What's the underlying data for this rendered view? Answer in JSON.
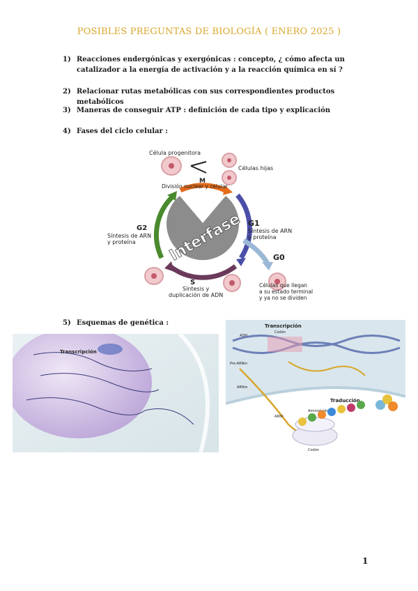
{
  "document": {
    "title": "POSIBLES PREGUNTAS DE BIOLOGÍA ( ENERO 2025 )",
    "page_number": "1"
  },
  "questions": [
    {
      "num": "1)",
      "text": "Reacciones endergónicas y exergónicas : concepto, ¿ cómo afecta un catalizador a la energía de activación y a la reacción química en sí ?"
    },
    {
      "num": "2)",
      "text": "Relacionar rutas metabólicas con sus correspondientes productos metabólicos"
    },
    {
      "num": "3)",
      "text": "Maneras de conseguir ATP : definición de cada tipo y explicación"
    },
    {
      "num": "4)",
      "text": "Fases del ciclo celular :"
    },
    {
      "num": "5)",
      "text": "Esquemas de genética :"
    }
  ],
  "cell_cycle": {
    "center": "Interfase",
    "progenitor": "Célula progenitora",
    "daughters": "Células hijas",
    "m_label": "M",
    "m_desc": "División nuclear y celular",
    "g1_label": "G1",
    "g1_desc_1": "Síntesis de ARN",
    "g1_desc_2": "y proteína",
    "g0_label": "G0",
    "g0_desc_1": "Células que llegan",
    "g0_desc_2": "a su estado terminal",
    "g0_desc_3": "y ya no se dividen",
    "s_label": "S",
    "s_desc_1": "Síntesis y",
    "s_desc_2": "duplicación de ADN",
    "g2_label": "G2",
    "g2_desc_1": "Síntesis de ARN",
    "g2_desc_2": "y proteína",
    "colors": {
      "m": "#e26b1c",
      "g1": "#4b4fa8",
      "s": "#6b3a5a",
      "g2": "#4a8a2e",
      "g0": "#9bb8d6"
    }
  },
  "genetics_left": {
    "transcription": "Transcripción"
  },
  "genetics_right": {
    "transcription": "Transcripción",
    "codon_top": "Codón",
    "adn": "ADN",
    "arnm_1": "Pre-ARNm",
    "arnm_2": "ARNm",
    "translation": "Traducción",
    "arnt": "ARNt",
    "amino": "Aminoácidos",
    "codon_bottom": "Codón"
  }
}
